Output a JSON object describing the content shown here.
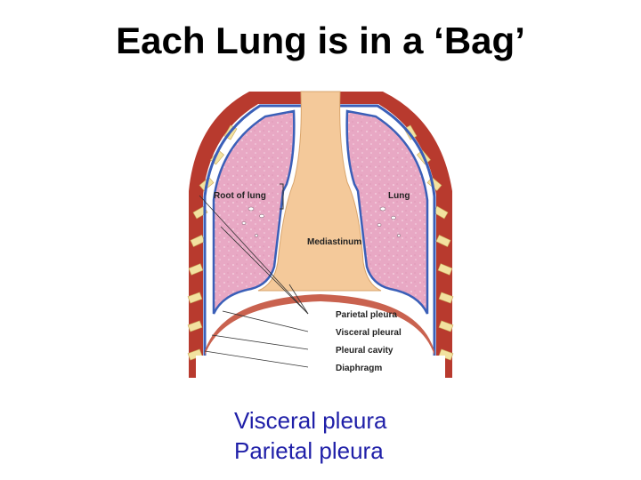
{
  "title": "Each Lung is in a ‘Bag’",
  "diagram": {
    "labels": {
      "root_of_lung": "Root of lung",
      "lung": "Lung",
      "mediastinum": "Mediastinum",
      "parietal_pleura": "Parietal pleura",
      "visceral_pleura": "Visceral pleural",
      "pleural_cavity": "Pleural cavity",
      "diaphragm": "Diaphragm"
    },
    "colors": {
      "lung": "#e8a8c4",
      "lung_speckle": "#f6d6e4",
      "mediastinum": "#f4c99a",
      "pleura": "#3a5fb8",
      "muscle": "#b83a2e",
      "rib": "#f2e2a0"
    }
  },
  "captions": {
    "line1": "Visceral pleura",
    "line2": "Parietal pleura"
  }
}
